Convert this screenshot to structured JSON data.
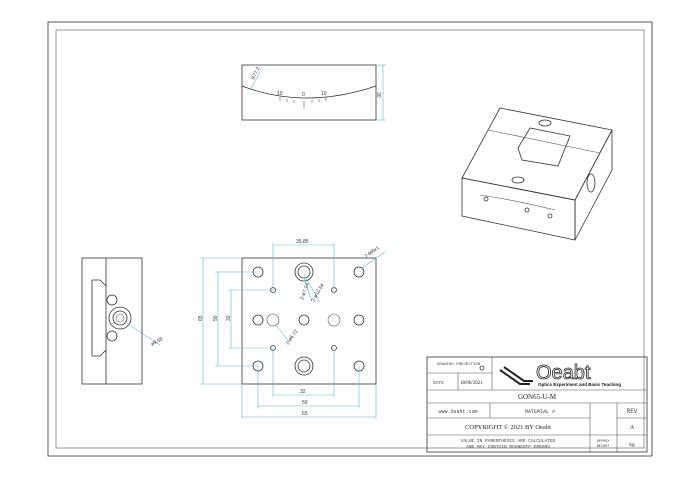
{
  "top_view": {
    "radius_label": "R77.2",
    "scale_labels": [
      "10",
      "0",
      "10"
    ],
    "height_label": "30"
  },
  "front_view": {
    "width_top_label": "35.85",
    "corner_holes_label": "7-M6x1",
    "counterbore_outer_label": "2-ø10.54",
    "counterbore_inner_label": "2-ø7.14",
    "side_holes_label": "2-ø6.72",
    "height_outer_label": "65",
    "height_mid_label": "50",
    "height_inner_label": "32",
    "width_inner_label": "32",
    "width_mid_label": "50",
    "width_outer_label": "65"
  },
  "side_view": {
    "bore_label": "ø9.58"
  },
  "title_block": {
    "projection_label": "DRAWING PROJECTION",
    "date_label": "DATE",
    "date_value": "18/06/2021",
    "logo_text": "Oeabt",
    "logo_tagline": "Optics Experiment and Basic Teaching",
    "part_number": "GON65-U-M",
    "website": "www.Oeabt.com",
    "material_label": "MATERIAL #",
    "rev_label": "REV",
    "rev_value": "A",
    "copyright": "COPYRIGHT © 2021 BY Oeabt",
    "note_line1": "VALUE IN PARENTHESIS ARE CALCULATED",
    "note_line2": "AND MAY CONTAIN ROUNDOFF ERRORS",
    "weight_label_1": "APPROX",
    "weight_label_2": "WEIGHT",
    "weight_unit": "kg"
  }
}
